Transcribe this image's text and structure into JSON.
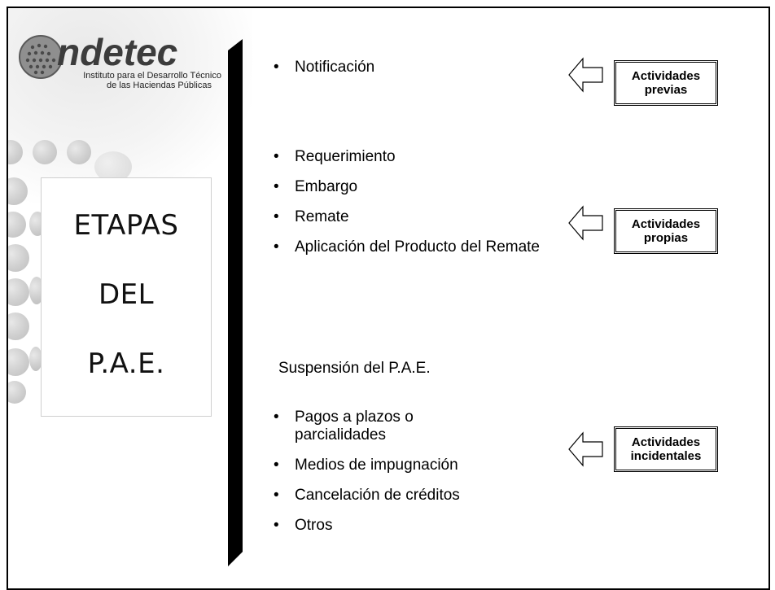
{
  "logo": {
    "brand": "ndetec",
    "line1": "Instituto para el Desarrollo Técnico",
    "line2": "de las Haciendas Públicas"
  },
  "title": {
    "line1": "ETAPAS",
    "line2": "DEL",
    "line3": "P.A.E."
  },
  "group_previas": {
    "items": [
      "Notificación"
    ],
    "label_line1": "Actividades",
    "label_line2": "previas"
  },
  "group_propias": {
    "items": [
      "Requerimiento",
      "Embargo",
      "Remate",
      "Aplicación del Producto del Remate"
    ],
    "label_line1": "Actividades",
    "label_line2": "propias"
  },
  "suspension": "Suspensión del P.A.E.",
  "group_incidentales": {
    "items": [
      "Pagos a plazos o parcialidades",
      "Medios de impugnación",
      "Cancelación de créditos",
      "Otros"
    ],
    "label_line1": "Actividades",
    "label_line2": "incidentales"
  },
  "colors": {
    "accent": "#000000",
    "decor": "#cccccc"
  },
  "icons": [
    "left-arrow-icon",
    "decorative-dot-icon"
  ]
}
